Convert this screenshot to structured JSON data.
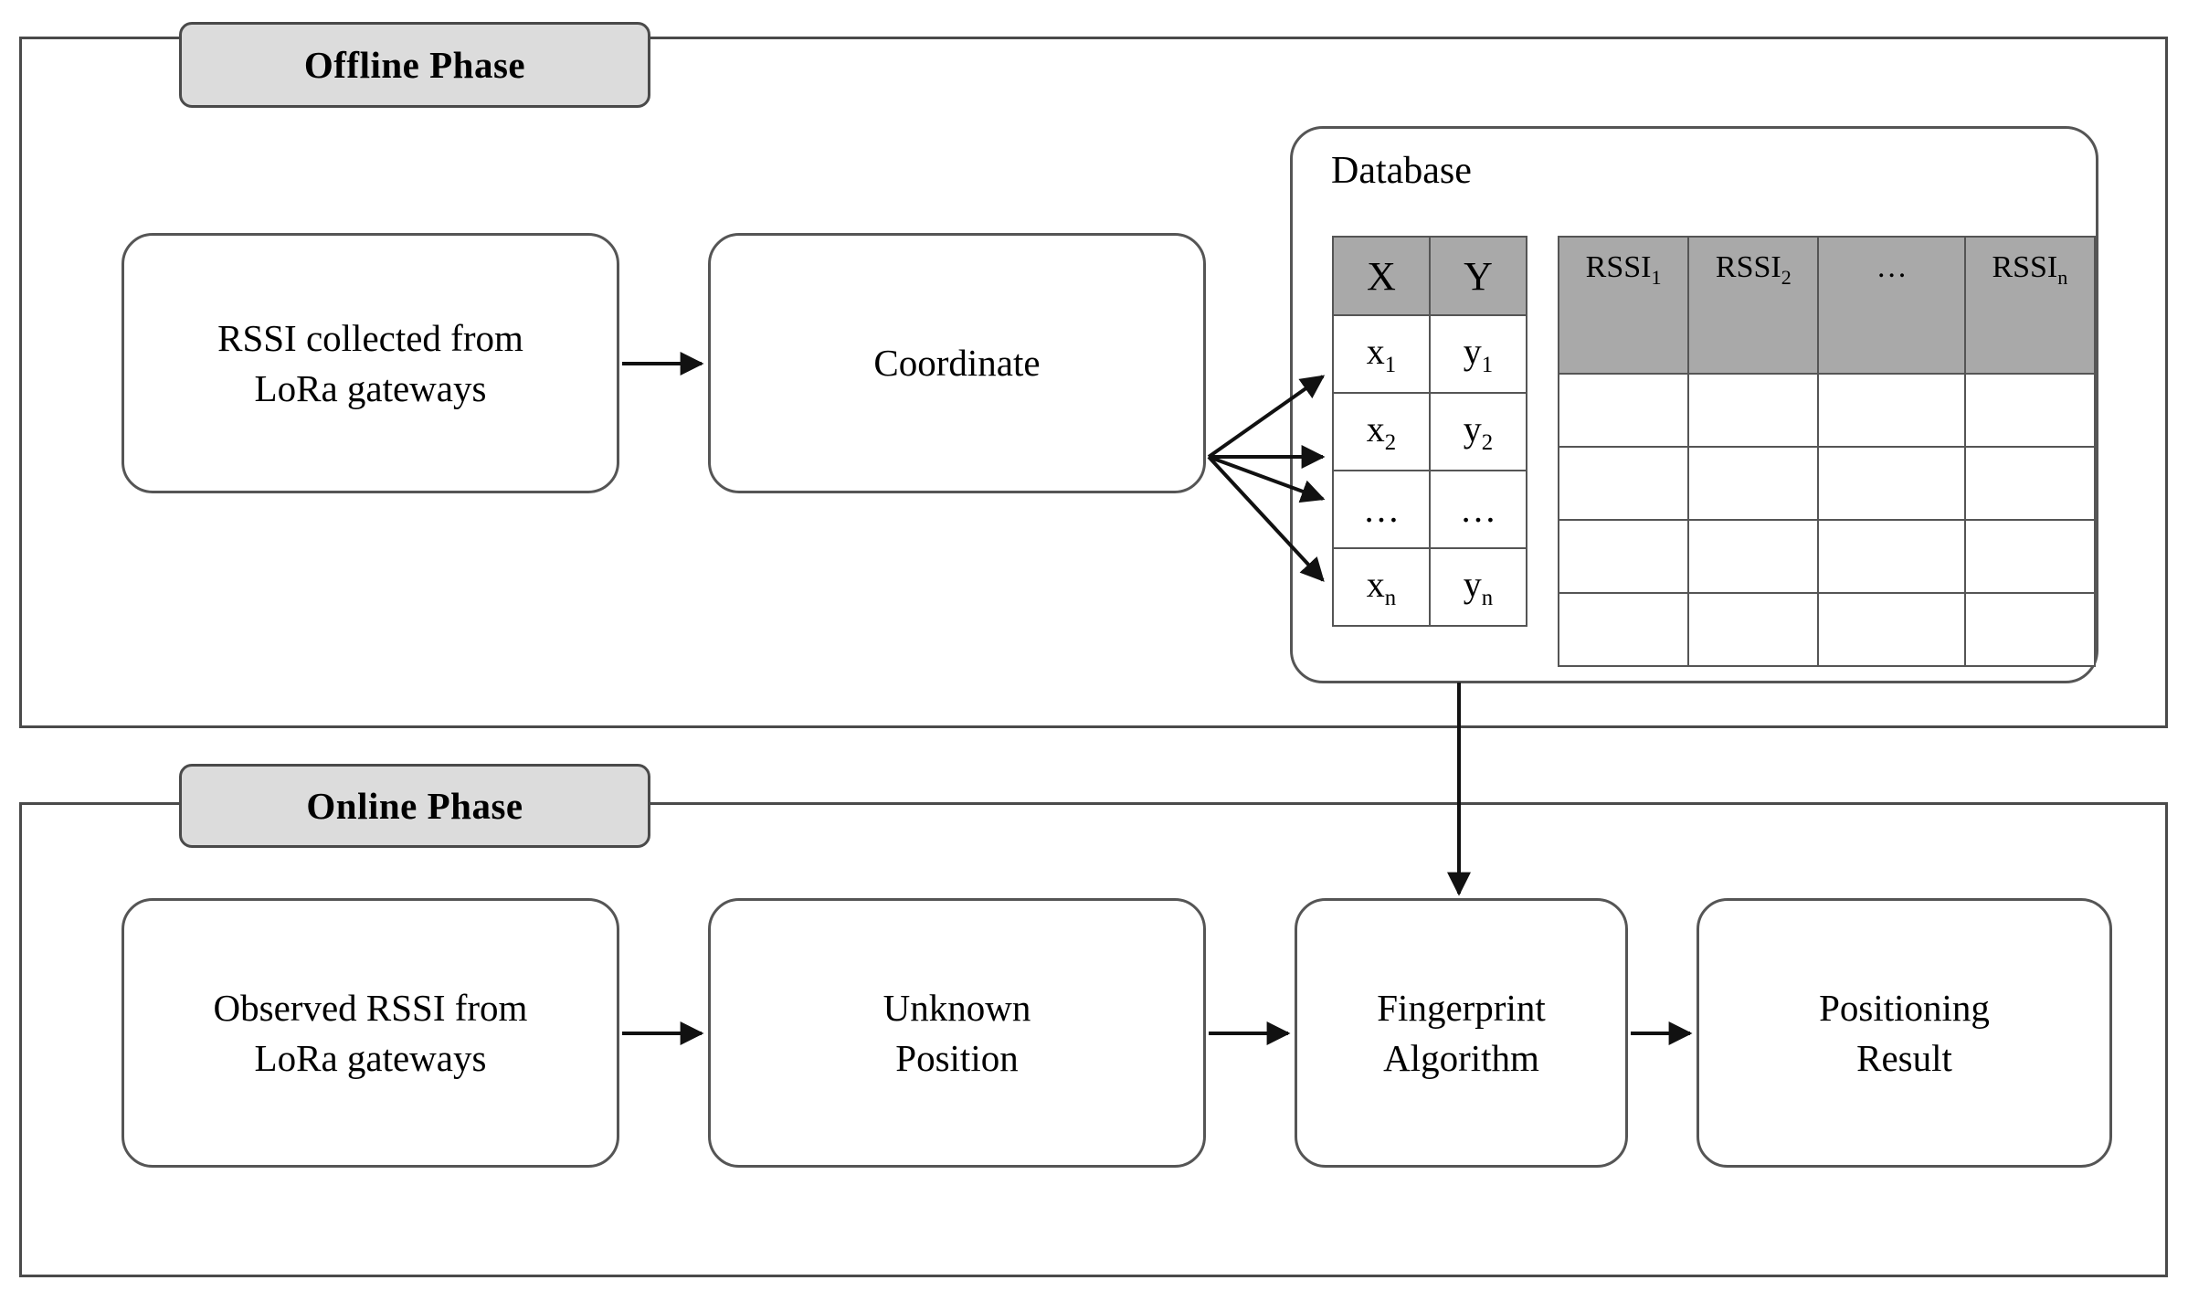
{
  "diagram": {
    "title_offline": "Offline Phase",
    "title_online": "Online Phase"
  },
  "colors": {
    "frame_stroke": "#4a4a4a",
    "box_stroke": "#555555",
    "label_fill": "#dcdcdc",
    "table_header_fill": "#a9a9a9",
    "background": "#ffffff",
    "text": "#000000"
  },
  "offline_phase": {
    "label": "Offline Phase",
    "boxes": [
      {
        "id": "rssi-collected",
        "line1": "RSSI collected from",
        "line2": "LoRa gateways"
      },
      {
        "id": "coordinate",
        "line1": "Coordinate",
        "line2": ""
      }
    ],
    "database": {
      "title": "Database",
      "xy_table": {
        "headers": [
          "X",
          "Y"
        ],
        "rows": [
          {
            "x": "x",
            "x_sub": "1",
            "y": "y",
            "y_sub": "1"
          },
          {
            "x": "x",
            "x_sub": "2",
            "y": "y",
            "y_sub": "2"
          },
          {
            "x": "…",
            "x_sub": "",
            "y": "…",
            "y_sub": ""
          },
          {
            "x": "x",
            "x_sub": "n",
            "y": "y",
            "y_sub": "n"
          }
        ]
      },
      "rssi_table": {
        "headers": [
          {
            "base": "RSSI",
            "sub": "1"
          },
          {
            "base": "RSSI",
            "sub": "2"
          },
          {
            "base": "…",
            "sub": ""
          },
          {
            "base": "RSSI",
            "sub": "n"
          }
        ],
        "body_row_count": 4,
        "body_cells": [
          "",
          "",
          "",
          ""
        ]
      }
    }
  },
  "online_phase": {
    "label": "Online Phase",
    "boxes": [
      {
        "id": "observed-rssi",
        "line1": "Observed RSSI from",
        "line2": "LoRa gateways"
      },
      {
        "id": "unknown-position",
        "line1": "Unknown",
        "line2": "Position"
      },
      {
        "id": "fingerprint-algorithm",
        "line1": "Fingerprint",
        "line2": "Algorithm"
      },
      {
        "id": "positioning-result",
        "line1": "Positioning",
        "line2": "Result"
      }
    ]
  }
}
